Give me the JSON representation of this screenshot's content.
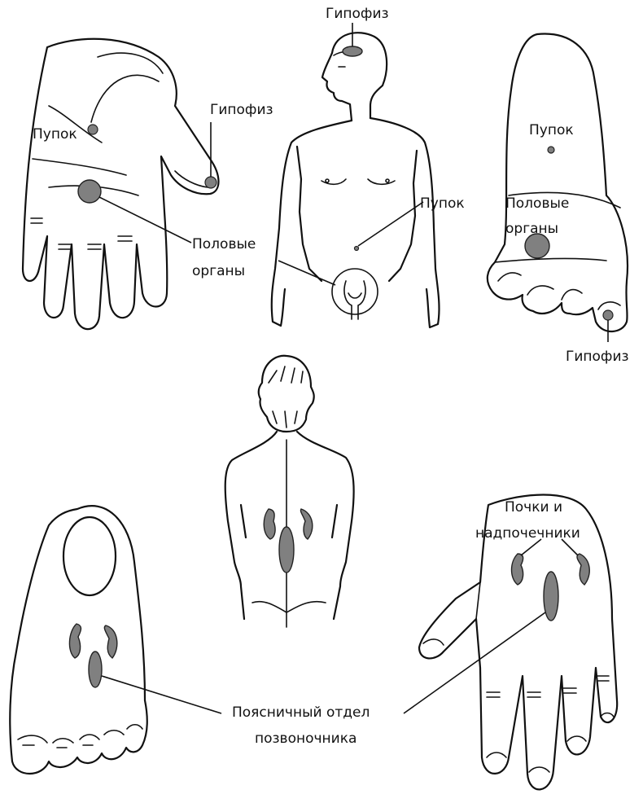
{
  "labels": {
    "pituitary": "Гипофиз",
    "navel": "Пупок",
    "genitals_line1": "Половые",
    "genitals_line2": "органы",
    "kidneys_line1": "Почки и",
    "kidneys_line2": "надпочечники",
    "lumbar_line1": "Поясничный отдел",
    "lumbar_line2": "позвоночника"
  },
  "colors": {
    "organ_fill": "#808080",
    "line": "#111111"
  }
}
